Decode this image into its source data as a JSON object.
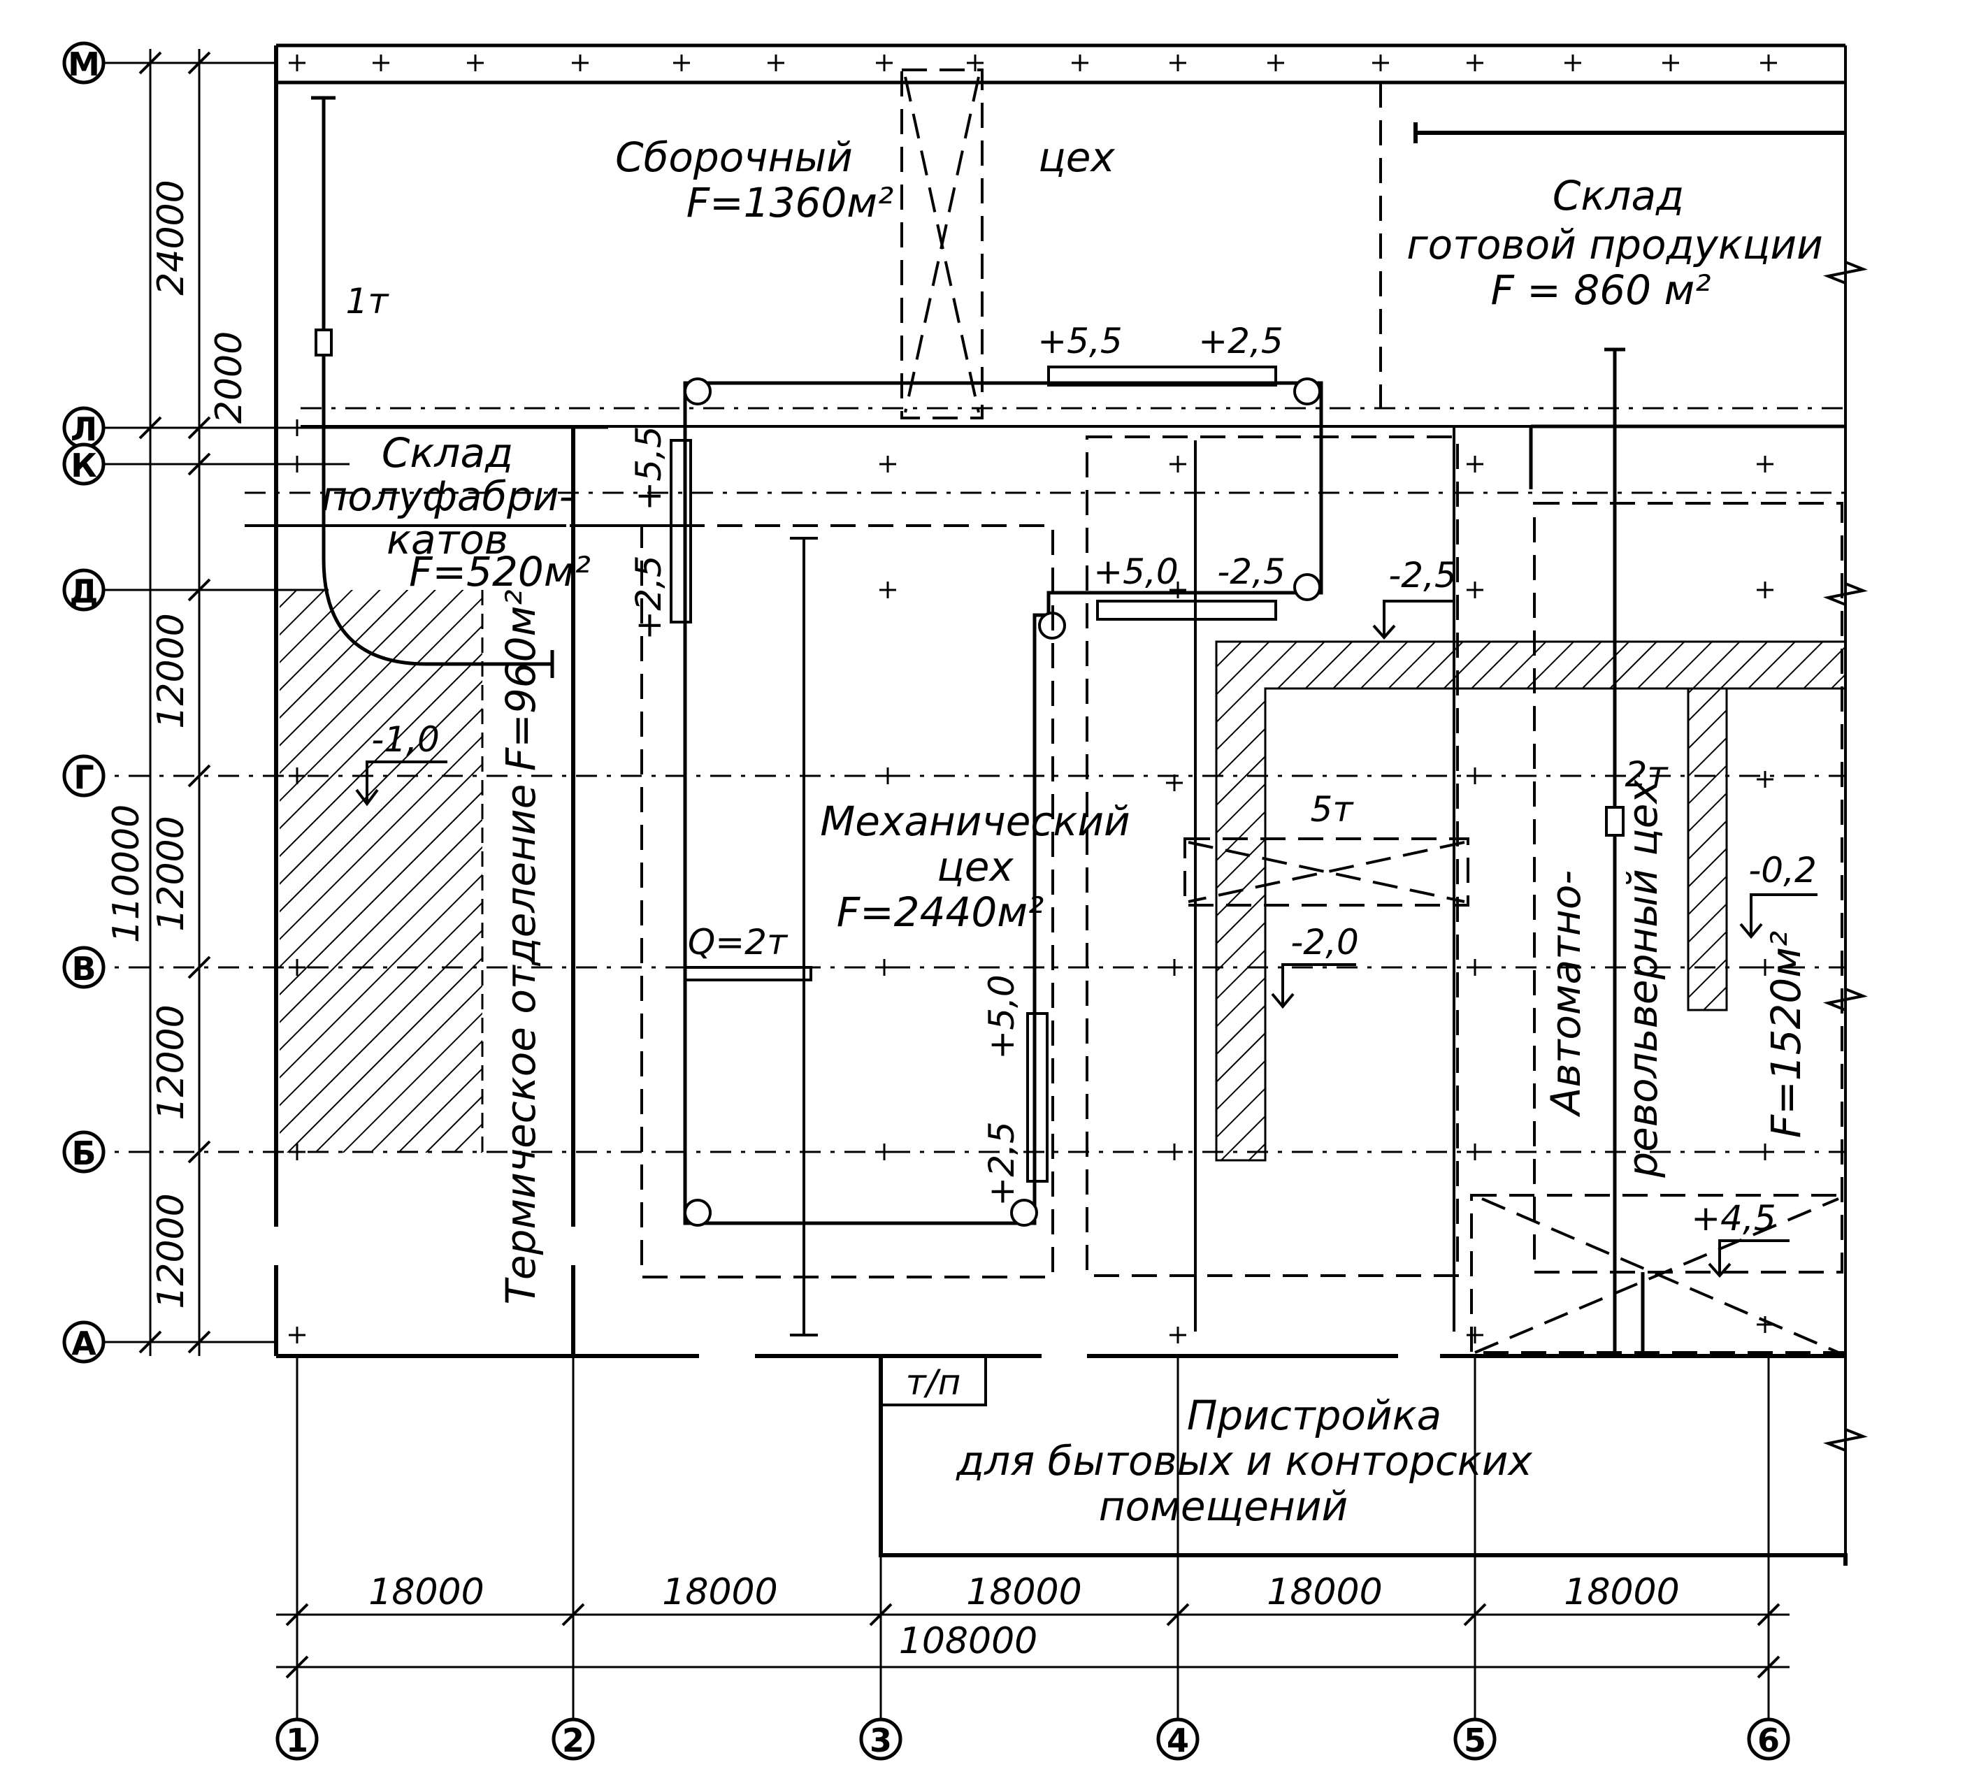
{
  "axes": {
    "rows": [
      "М",
      "Л",
      "К",
      "Д",
      "Г",
      "В",
      "Б",
      "А"
    ],
    "columns": [
      "1",
      "2",
      "3",
      "4",
      "5",
      "6"
    ]
  },
  "dimensions": {
    "row_spans": [
      "24000",
      "2000",
      "12000",
      "12000",
      "12000",
      "12000"
    ],
    "total_vertical": "110000",
    "bay_spans": [
      "18000",
      "18000",
      "18000",
      "18000",
      "18000"
    ],
    "total_horizontal": "108000"
  },
  "rooms": {
    "assembly": {
      "line1": "Сборочный",
      "line2": "цех",
      "area": "F=1360м²"
    },
    "finished_goods": {
      "line1": "Склад",
      "line2": "готовой продукции",
      "area": "F = 860 м²"
    },
    "semi_store": {
      "line1": "Склад",
      "line2": "полуфабри-",
      "line3": "катов",
      "area": "F=520м²"
    },
    "heat_treatment": {
      "label": "Термическое отделение F=960м²"
    },
    "mechanical": {
      "line1": "Механический",
      "line2": "цех",
      "area": "F=2440м²"
    },
    "automatic": {
      "line1": "Автоматно-",
      "line2": "револьверный цех",
      "area": "F=1520м²"
    },
    "annex": {
      "line1": "Пристройка",
      "line2": "для бытовых и конторских",
      "line3": "помещений"
    },
    "transformer": {
      "label": "т/п"
    }
  },
  "equipment": {
    "crane_1t": "1т",
    "crane_2t": "2т",
    "crane_5t": "5т",
    "hoist_q": "Q=2т"
  },
  "levels": {
    "l_plus55_top": "+5,5",
    "l_plus25_top": "+2,5",
    "l_plus55_left": "+5,5",
    "l_plus25_left": "+2,5",
    "l_plus50_mid": "+5,0",
    "l_minus25_mid": "-2,5",
    "l_minus25_right": "-2,5",
    "l_minus10": "-1,0",
    "l_minus20": "-2,0",
    "l_minus02": "-0,2",
    "l_plus50_low": "+5,0",
    "l_plus25_low": "+2,5",
    "l_plus45": "+4,5"
  }
}
